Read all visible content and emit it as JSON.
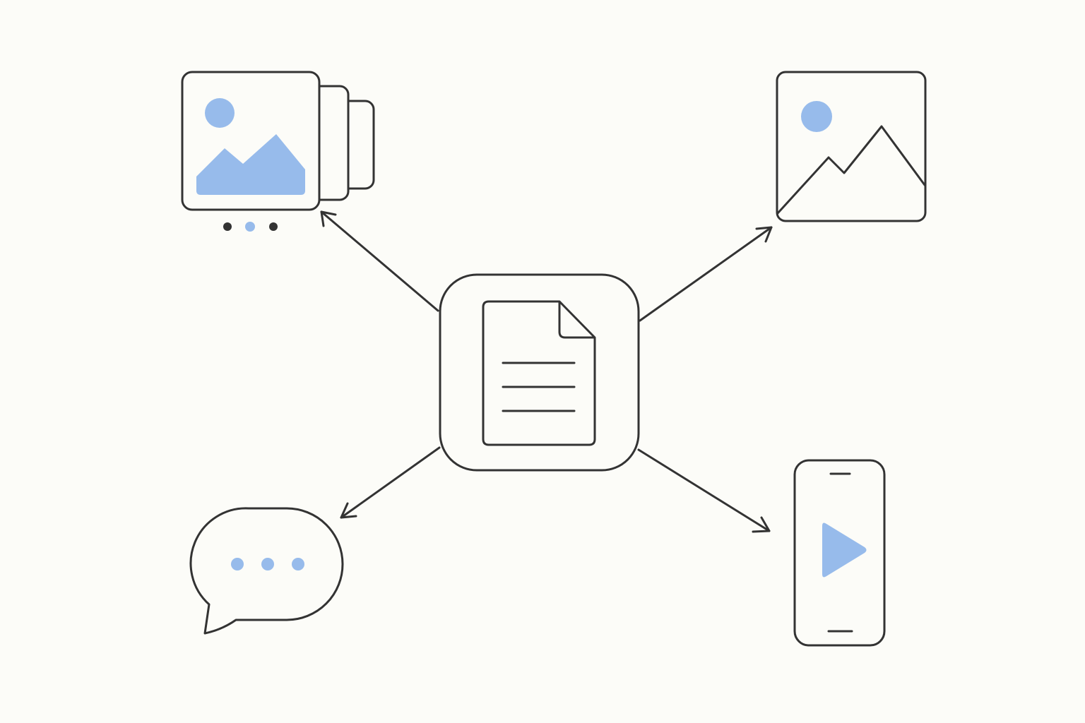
{
  "colors": {
    "background": "#fcfcf8",
    "stroke": "#333333",
    "accent": "#97bbeb"
  },
  "nodes": {
    "center": {
      "icon": "document-icon"
    },
    "top_left": {
      "icon": "image-carousel-icon",
      "carousel_dots": 3,
      "active_dot": 2
    },
    "top_right": {
      "icon": "image-icon"
    },
    "bottom_left": {
      "icon": "chat-bubble-icon",
      "typing_dots": 3
    },
    "bottom_right": {
      "icon": "mobile-video-icon"
    }
  },
  "edges": [
    {
      "from": "center",
      "to": "top_left"
    },
    {
      "from": "center",
      "to": "top_right"
    },
    {
      "from": "center",
      "to": "bottom_left"
    },
    {
      "from": "center",
      "to": "bottom_right"
    }
  ]
}
